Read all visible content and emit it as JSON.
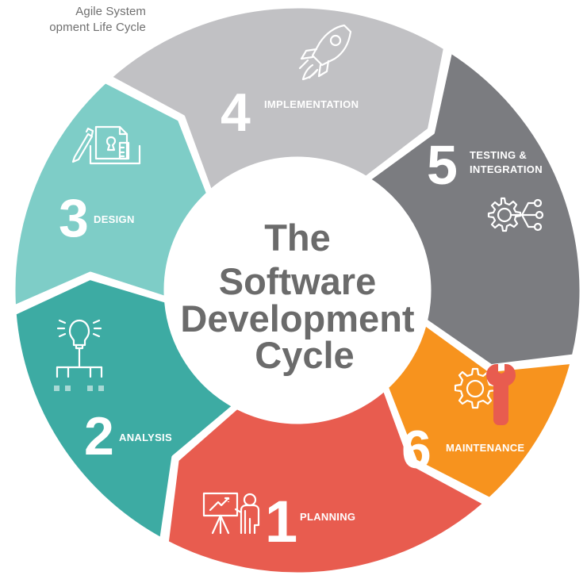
{
  "caption": {
    "line1": "Agile System",
    "line2": "opment Life Cycle"
  },
  "center": {
    "lines": [
      "The",
      "Software",
      "Development",
      "Cycle"
    ]
  },
  "steps": [
    {
      "number": "1",
      "label_lines": [
        "PLANNING"
      ],
      "color": "#e85c4f",
      "icon": "presentation-icon"
    },
    {
      "number": "2",
      "label_lines": [
        "ANALYSIS"
      ],
      "color": "#3daba3",
      "icon": "idea-hierarchy-icon"
    },
    {
      "number": "3",
      "label_lines": [
        "DESIGN"
      ],
      "color": "#7ecdc7",
      "icon": "design-blueprint-icon"
    },
    {
      "number": "4",
      "label_lines": [
        "IMPLEMENTATION"
      ],
      "color": "#c1c1c4",
      "icon": "rocket-icon"
    },
    {
      "number": "5",
      "label_lines": [
        "TESTING &",
        "INTEGRATION"
      ],
      "color": "#7b7c80",
      "icon": "gear-network-icon"
    },
    {
      "number": "6",
      "label_lines": [
        "MAINTENANCE"
      ],
      "color": "#f7931e",
      "icon": "gear-wrench-icon"
    }
  ],
  "colors": {
    "center_text": "#6b6b6b",
    "background": "#ffffff",
    "wrench_accent": "#e85c4f"
  }
}
